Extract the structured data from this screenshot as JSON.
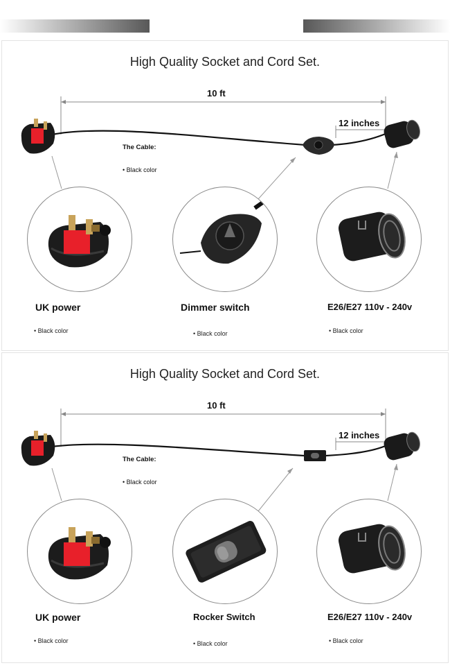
{
  "panels": [
    {
      "title": "High Quality Socket and Cord Set.",
      "length_label": "10 ft",
      "segment_label": "12 inches",
      "cable": {
        "title": "The Cable:",
        "bullet": "• Black color"
      },
      "items": [
        {
          "label": "UK power",
          "bullet": "• Black color",
          "icon": "uk-plug-icon"
        },
        {
          "label": "Dimmer switch",
          "bullet": "• Black color",
          "icon": "dimmer-switch-icon"
        },
        {
          "label": "E26/E27 110v - 240v",
          "bullet": "• Black color",
          "icon": "lamp-socket-icon"
        }
      ]
    },
    {
      "title": "High Quality Socket and Cord Set.",
      "length_label": "10 ft",
      "segment_label": "12 inches",
      "cable": {
        "title": "The Cable:",
        "bullet": "• Black color"
      },
      "items": [
        {
          "label": "UK power",
          "bullet": "• Black color",
          "icon": "uk-plug-icon"
        },
        {
          "label": "Rocker Switch",
          "bullet": "• Black color",
          "icon": "rocker-switch-icon"
        },
        {
          "label": "E26/E27 110v - 240v",
          "bullet": "• Black color",
          "icon": "lamp-socket-icon"
        }
      ]
    }
  ],
  "colors": {
    "accent": "#e8202a",
    "product": "#1a1a1a",
    "topbar": "#585858"
  }
}
